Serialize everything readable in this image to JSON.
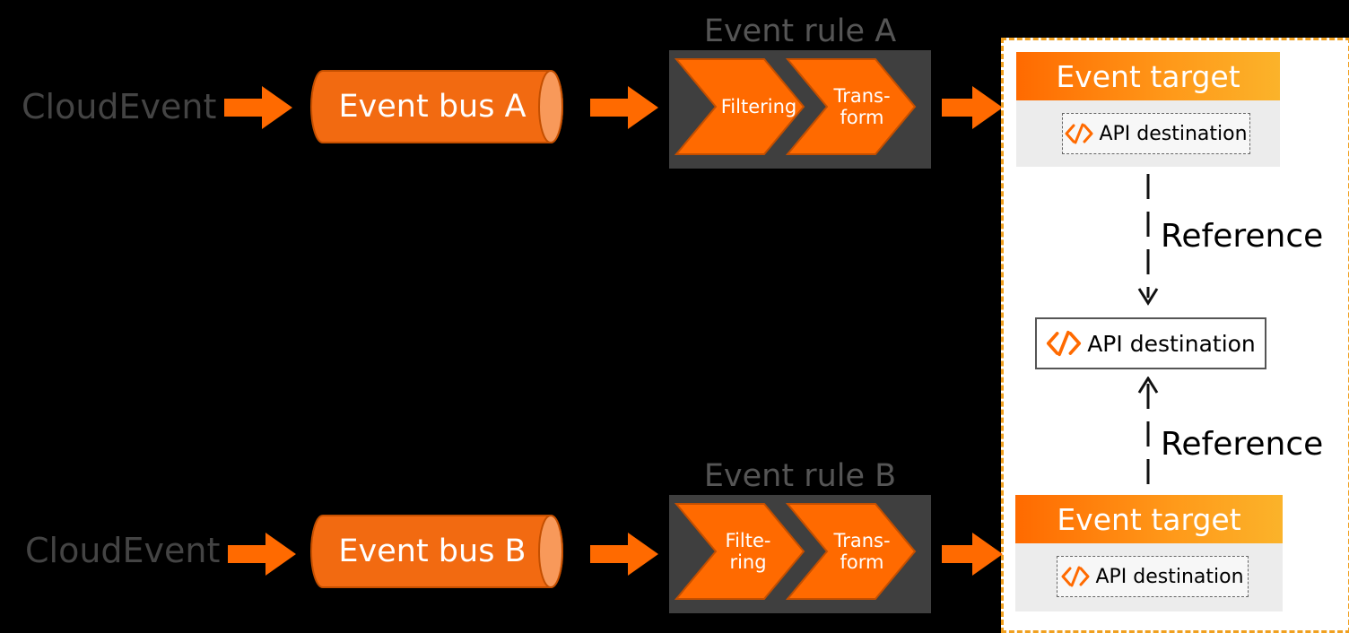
{
  "rows": [
    {
      "source_label": "CloudEvent",
      "bus_label": "Event bus A",
      "rule_title": "Event rule A",
      "steps": [
        "Filtering",
        "Trans-\nform"
      ],
      "target_header": "Event target",
      "target_item": "API destination"
    },
    {
      "source_label": "CloudEvent",
      "bus_label": "Event bus B",
      "rule_title": "Event rule B",
      "steps": [
        "Filte-\nring",
        "Trans-\nform"
      ],
      "target_header": "Event target",
      "target_item": "API destination"
    }
  ],
  "shared_destination": "API destination",
  "reference_label": "Reference",
  "colors": {
    "accent": "#FF6A00",
    "accent_light": "#FBB32A",
    "panel_border": "#F0A020",
    "rule_bg": "#3F3F3F",
    "source_text": "#444444"
  },
  "icons": {
    "arrow": "arrow-right-icon",
    "api": "api-link-icon"
  }
}
